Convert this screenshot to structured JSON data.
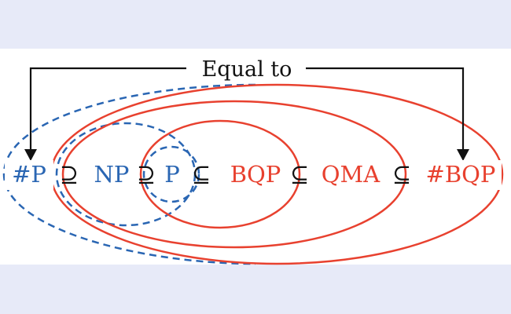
{
  "colors": {
    "blue": "#2a66b3",
    "red": "#e8412f",
    "black": "#111111",
    "page_background": "#e7eaf8",
    "panel_background": "#ffffff"
  },
  "label": "Equal to",
  "classes": [
    {
      "name": "#P",
      "color": "blue"
    },
    {
      "name": "NP",
      "color": "blue"
    },
    {
      "name": "P",
      "color": "blue"
    },
    {
      "name": "BQP",
      "color": "red"
    },
    {
      "name": "QMA",
      "color": "red"
    },
    {
      "name": "#BQP",
      "color": "red"
    }
  ],
  "relations": [
    "⊇",
    "⊇",
    "⊆",
    "⊆",
    "⊆"
  ]
}
